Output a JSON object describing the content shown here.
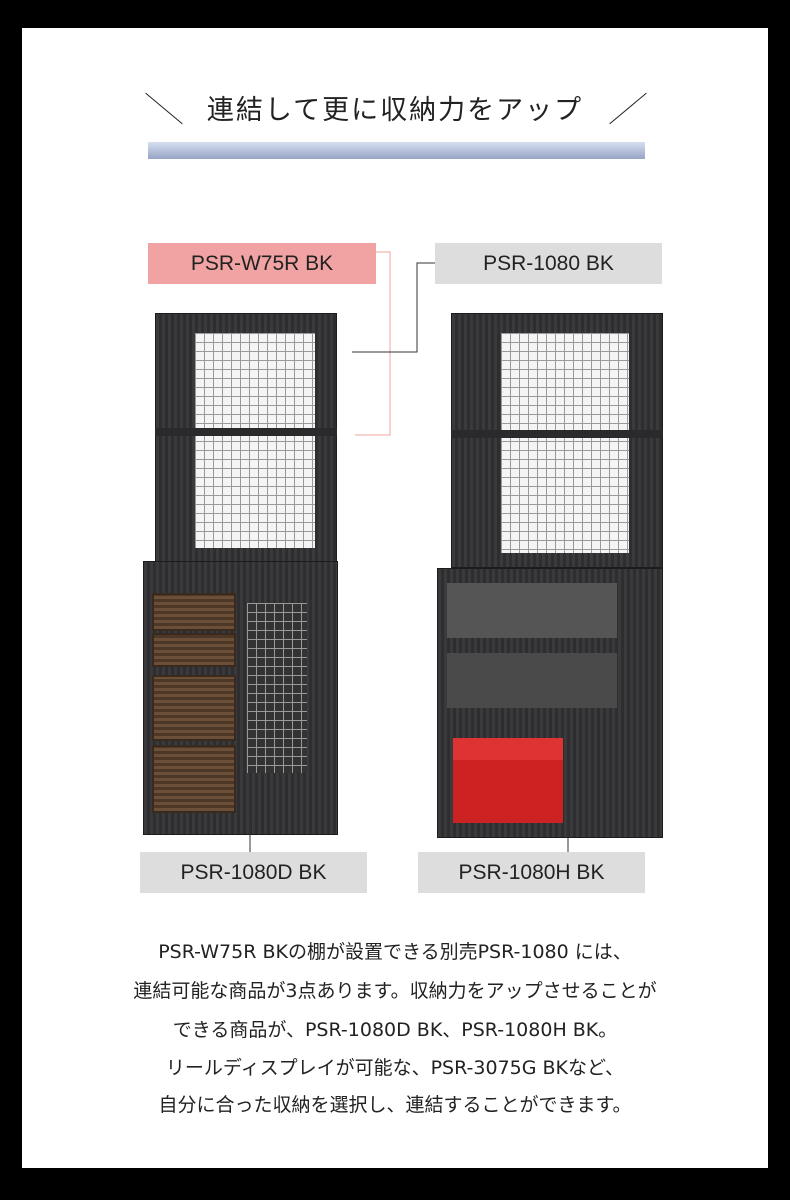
{
  "heading": {
    "title": "連結して更に収納力をアップ"
  },
  "labels": {
    "top_left": "PSR-W75R BK",
    "top_right": "PSR-1080 BK",
    "bottom_left": "PSR-1080D BK",
    "bottom_right": "PSR-1080H BK"
  },
  "colors": {
    "highlight_label": "#f1a3a3",
    "label": "#dddddd",
    "gradient_bar": "#a9b6d3",
    "border": "#000000"
  },
  "description": {
    "lines": [
      "PSR-W75R BKの棚が設置できる別売PSR-1080 には、",
      "連結可能な商品が3点あります。収納力をアップさせることが",
      "できる商品が、PSR-1080D BK、PSR-1080H BK。",
      "リールディスプレイが可能な、PSR-3075G BKなど、",
      "自分に合った収納を選択し、連結することができます。"
    ]
  }
}
